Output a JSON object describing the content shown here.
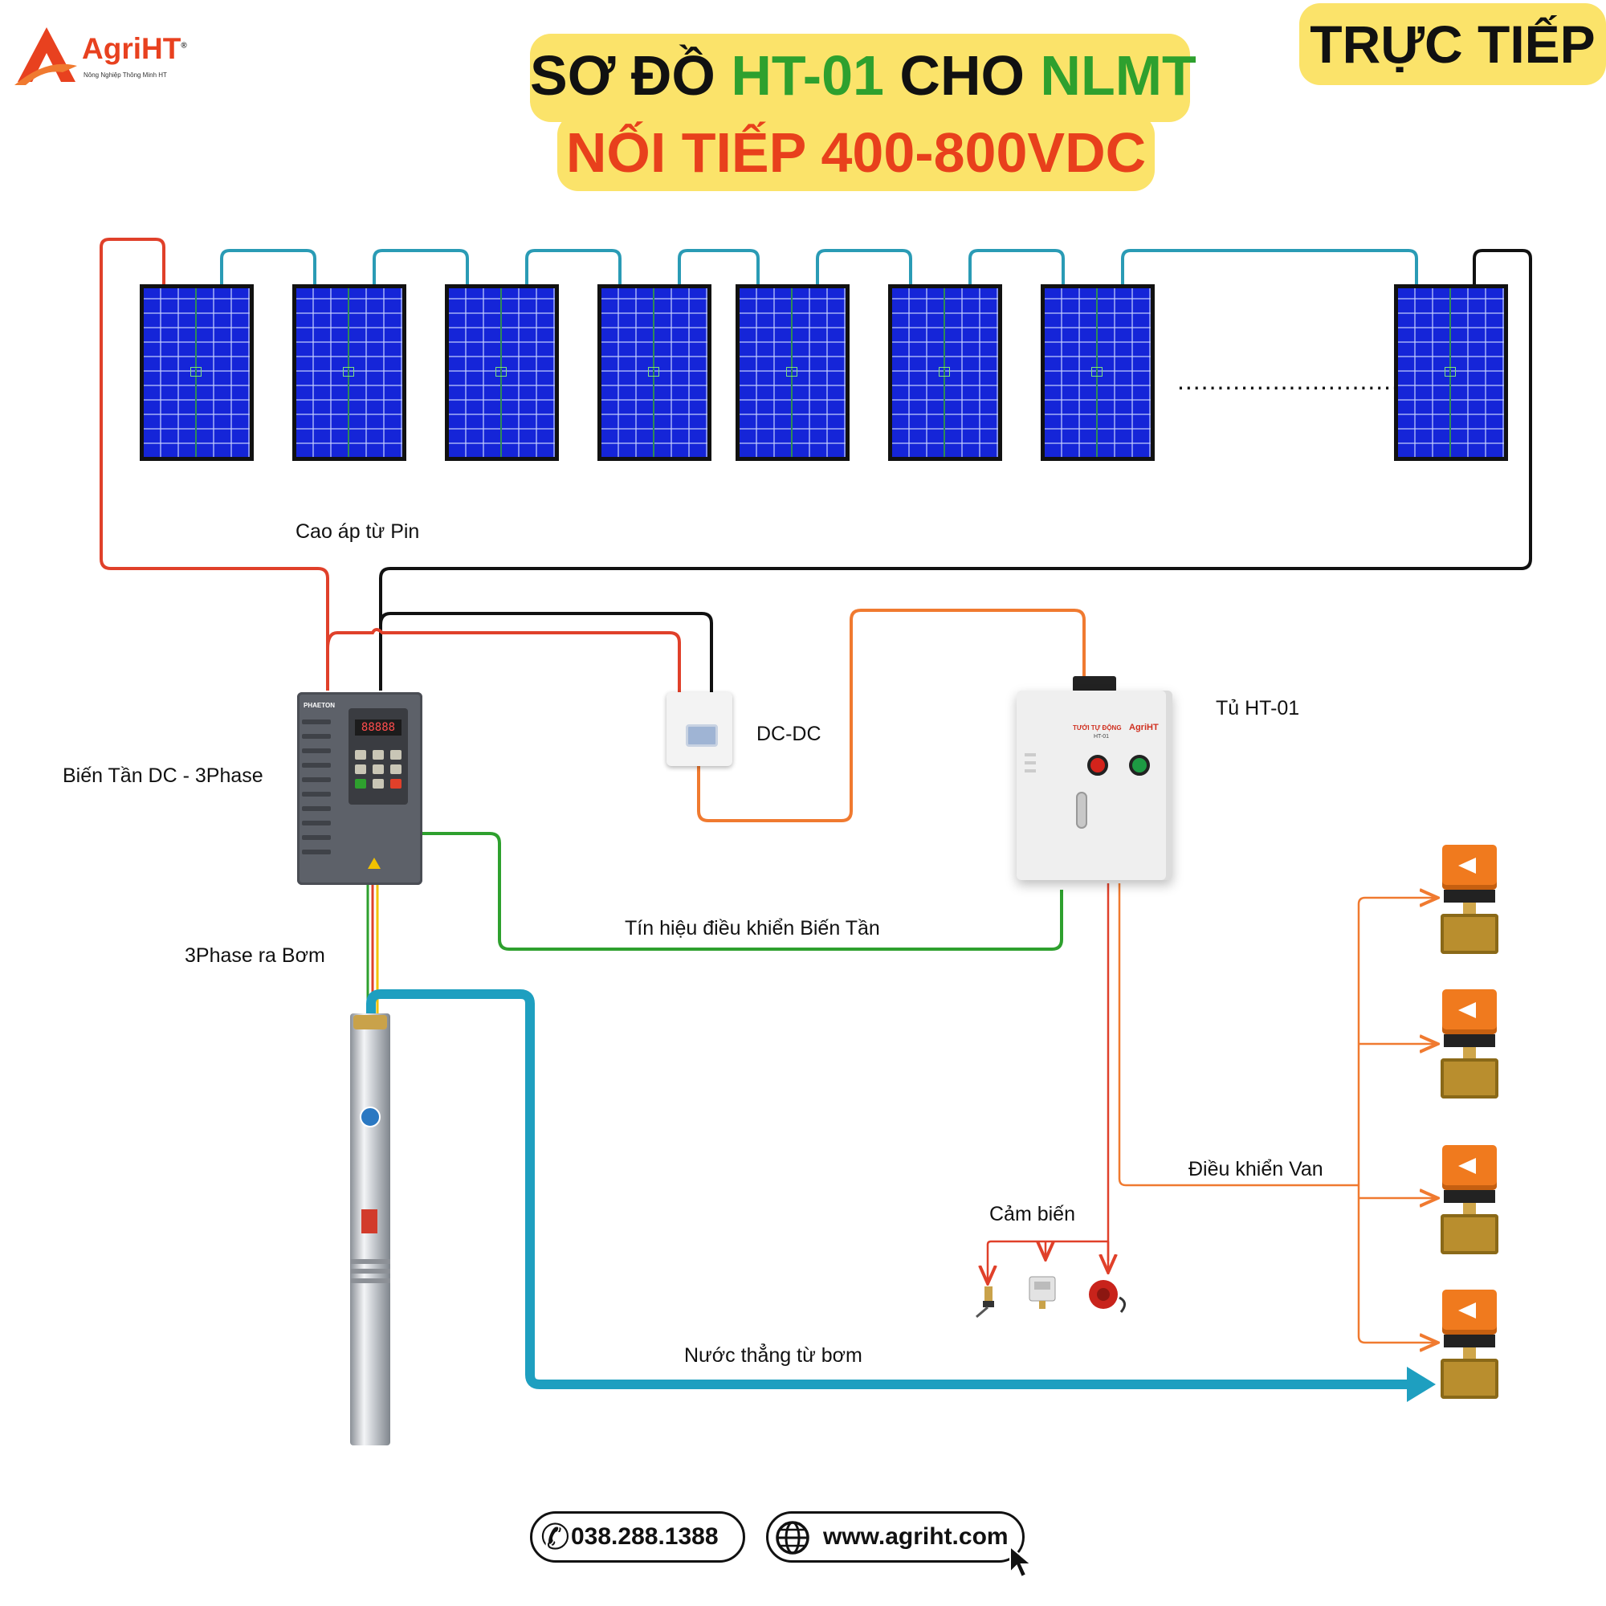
{
  "logo": {
    "text": "AgriHT",
    "reg": "®",
    "tagline": "Nông Nghiệp Thông Minh HT"
  },
  "title": {
    "line1_a": "SƠ ĐỒ ",
    "line1_b": "HT-01",
    "line1_c": " CHO ",
    "line1_d": "NLMT",
    "line2": "NỐI TIẾP 400-800VDC"
  },
  "badge": "TRỰC TIẾP",
  "panels_ellipsis": "..............................",
  "labels": {
    "cao_ap": "Cao áp từ Pin",
    "bien_tan": "Biến Tần DC - 3Phase",
    "dcdc": "DC-DC",
    "tu": "Tủ HT-01",
    "tin_hieu": "Tín hiệu điều khiển Biến Tần",
    "three_phase": "3Phase ra Bơm",
    "cam_bien": "Cảm biến",
    "dieu_khien_van": "Điều khiển Van",
    "nuoc": "Nước thẳng từ bơm"
  },
  "devices": {
    "vfd_brand": "PHAETON",
    "vfd_display": "88888",
    "cabinet_title": "TƯỚI TỰ ĐỘNG",
    "cabinet_model": "HT-01",
    "cabinet_logo": "AgriHT"
  },
  "contact": {
    "phone": "038.288.1388",
    "website": "www.agriht.com"
  },
  "colors": {
    "title_bg": "#fbe36a",
    "green_text": "#2ea02e",
    "red_text": "#e8401c",
    "wire_red": "#e0402a",
    "wire_black": "#111111",
    "wire_blue": "#2a9bb5",
    "wire_orange": "#f07a30",
    "wire_green": "#2ea02e",
    "water": "#1e9fc0",
    "panel": "#1525d8",
    "valve": "#f07a1e"
  },
  "icons": [
    "logo-icon",
    "solar-panel",
    "phone-icon",
    "globe-icon",
    "cursor-icon"
  ]
}
